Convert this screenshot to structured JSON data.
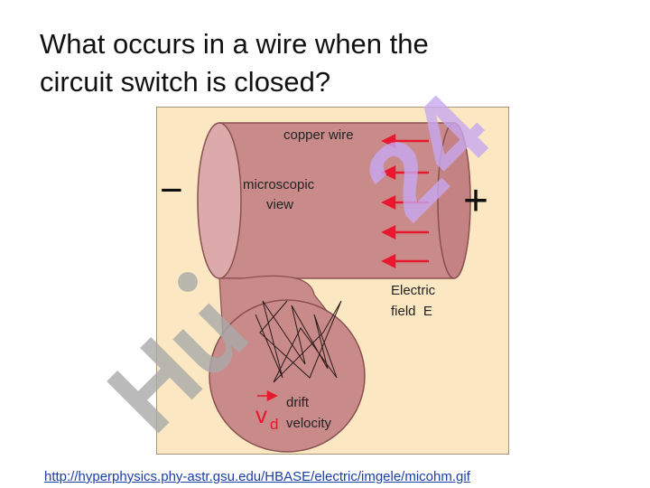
{
  "slide": {
    "title_line1": "What occurs in a wire when the",
    "title_line2": "circuit switch is closed?",
    "link_text": "http://hyperphysics.phy-astr.gsu.edu/HBASE/electric/imgele/micohm.gif"
  },
  "figure": {
    "label_wire": "copper wire",
    "label_micro_1": "microscopic",
    "label_micro_2": "view",
    "label_minus": "−",
    "label_plus": "+",
    "label_field_1": "Electric",
    "label_field_2": "field  E",
    "label_drift_1": "drift",
    "label_drift_2": "velocity",
    "label_vd_v": "v",
    "label_vd_d": "d",
    "background_color": "#fbe8c2",
    "wire_color": "#c98a8a",
    "arrow_color": "#e8182e"
  },
  "watermark": {
    "text_gray": "Hu",
    "text_purple": "24",
    "gray_color": "#a9a9a9",
    "purple_color": "#c8a8f0"
  }
}
